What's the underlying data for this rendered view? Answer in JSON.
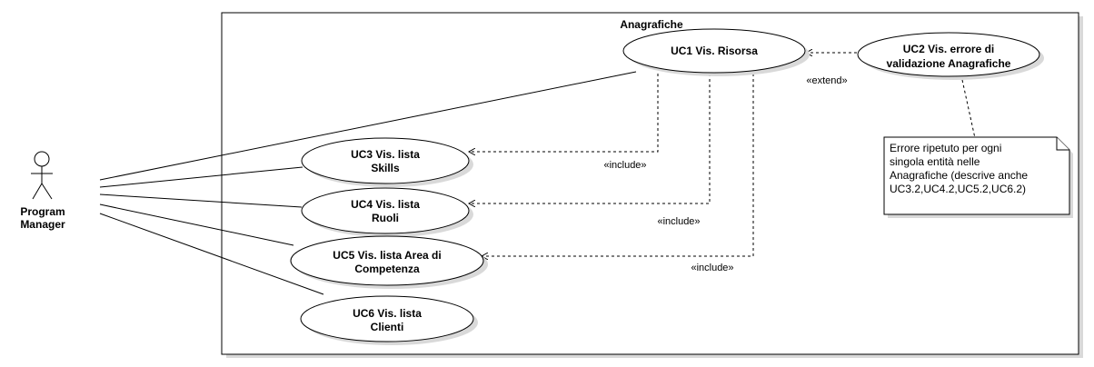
{
  "system": {
    "title": "Anagrafiche"
  },
  "actor": {
    "line1": "Program",
    "line2": "Manager"
  },
  "use_cases": {
    "uc1": {
      "line1": "UC1 Vis. Risorsa"
    },
    "uc2": {
      "line1": "UC2 Vis. errore di",
      "line2": "validazione Anagrafiche"
    },
    "uc3": {
      "line1": "UC3 Vis. lista",
      "line2": "Skills"
    },
    "uc4": {
      "line1": "UC4 Vis. lista",
      "line2": "Ruoli"
    },
    "uc5": {
      "line1": "UC5 Vis. lista Area di",
      "line2": "Competenza"
    },
    "uc6": {
      "line1": "UC6 Vis. lista",
      "line2": "Clienti"
    }
  },
  "relations": {
    "extend_label": "«extend»",
    "include_uc3": "«include»",
    "include_uc4": "«include»",
    "include_uc5": "«include»"
  },
  "note": {
    "lines": [
      "Errore ripetuto per ogni",
      "singola entità nelle",
      "Anagrafiche (descrive anche",
      "UC3.2,UC4.2,UC5.2,UC6.2)"
    ]
  }
}
